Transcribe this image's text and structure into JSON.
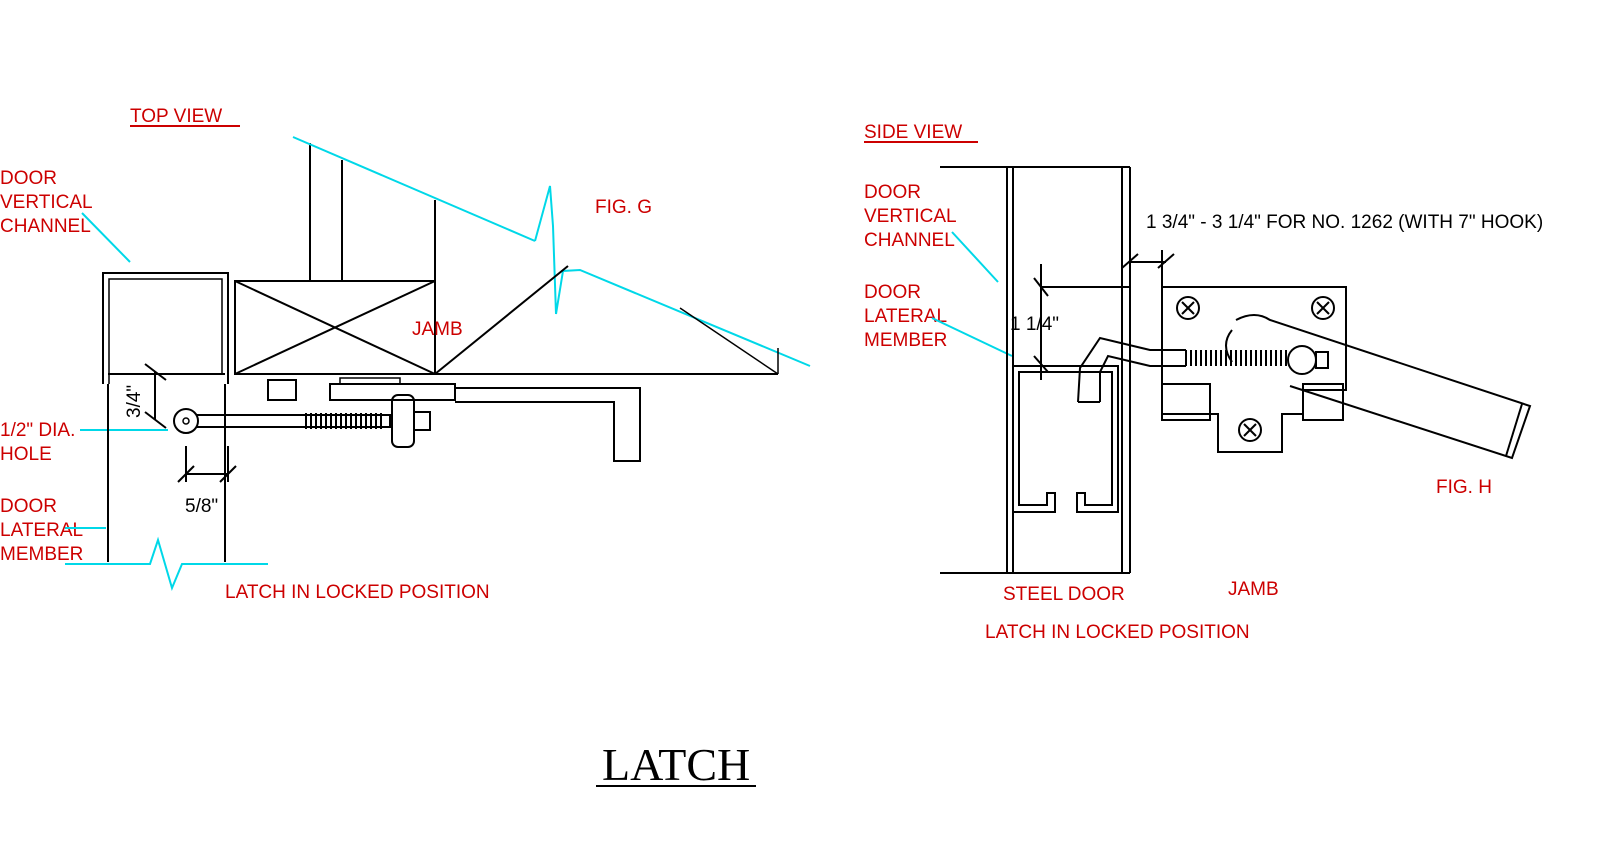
{
  "title": "LATCH",
  "top_view": {
    "heading": "TOP VIEW",
    "fig": "FIG. G",
    "door_vertical_channel": [
      "DOOR",
      "VERTICAL",
      "CHANNEL"
    ],
    "hole": [
      "1/2\" DIA.",
      "HOLE"
    ],
    "door_lateral_member": [
      "DOOR",
      "LATERAL",
      "MEMBER"
    ],
    "jamb": "JAMB",
    "dim_3_4": "3/4\"",
    "dim_5_8": "5/8\"",
    "caption": "LATCH IN LOCKED POSITION"
  },
  "side_view": {
    "heading": "SIDE VIEW",
    "fig": "FIG. H",
    "door_vertical_channel": [
      "DOOR",
      "VERTICAL",
      "CHANNEL"
    ],
    "door_lateral_member": [
      "DOOR",
      "LATERAL",
      "MEMBER"
    ],
    "dim_range": "1 3/4\" - 3 1/4\" FOR NO. 1262 (WITH 7\" HOOK)",
    "dim_1_1_4": "1 1/4\"",
    "steel_door": "STEEL DOOR",
    "jamb": "JAMB",
    "caption": "LATCH IN LOCKED POSITION"
  },
  "colors": {
    "label": "#cc0000",
    "leader": "#00d8e8",
    "line": "#000000"
  }
}
